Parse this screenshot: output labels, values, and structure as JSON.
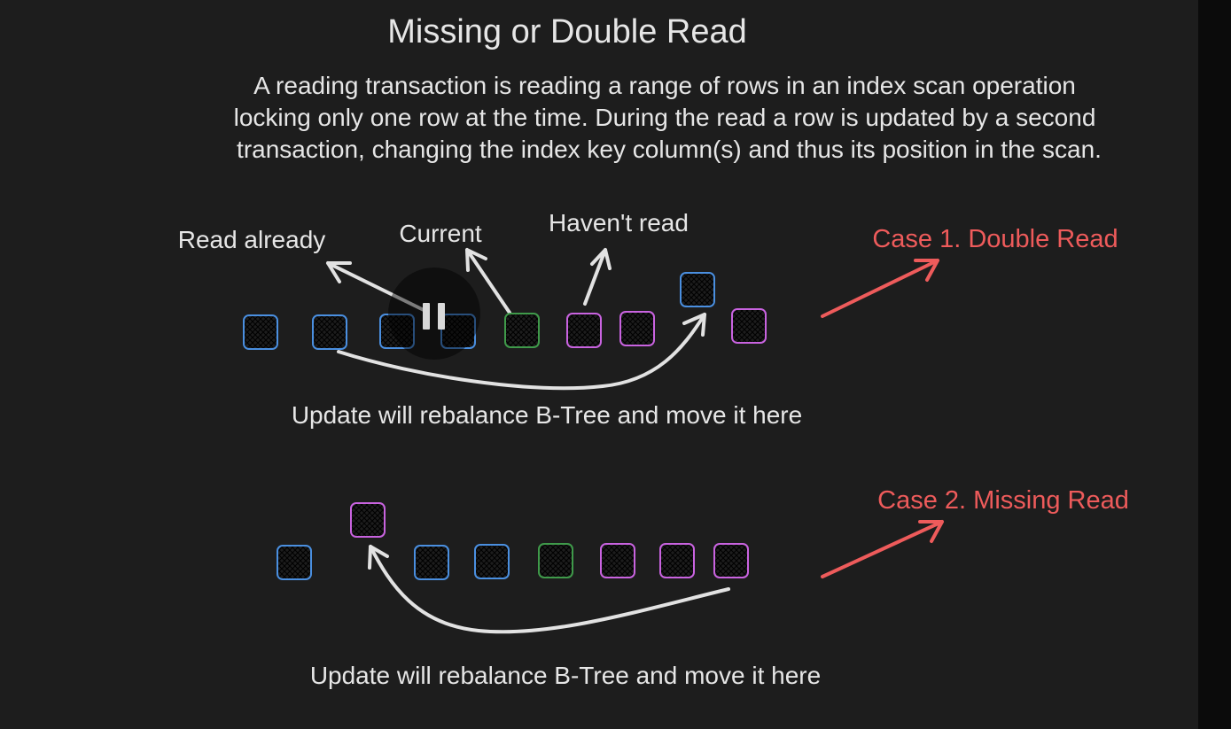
{
  "slide": {
    "title": "Missing or Double Read",
    "description": [
      "A reading transaction is reading a range of rows in an index scan operation",
      "locking only one row at  the time. During the read a row is updated by a second",
      "transaction, changing the index key column(s) and thus its position in the scan."
    ]
  },
  "case1": {
    "label_read": "Read already",
    "label_current": "Current",
    "label_unread": "Haven't read",
    "case_title": "Case 1. Double Read",
    "caption": "Update will rebalance B-Tree and move it here",
    "rows": [
      "read",
      "read",
      "read",
      "read",
      "current",
      "unread",
      "unread",
      "read",
      "unread"
    ]
  },
  "case2": {
    "case_title": "Case 2. Missing Read",
    "caption": "Update will rebalance B-Tree and move it here",
    "rows": [
      "read",
      "unread",
      "read",
      "read",
      "current",
      "unread",
      "unread",
      "unread"
    ]
  },
  "colors": {
    "background": "#1d1d1d",
    "text": "#e6e6e6",
    "read": "#4a8fe0",
    "current": "#3f9a4a",
    "unread": "#c963e0",
    "case_accent": "#ee5b5b",
    "arrow": "#e2e2e2"
  },
  "player": {
    "pause_icon": "pause-icon"
  }
}
